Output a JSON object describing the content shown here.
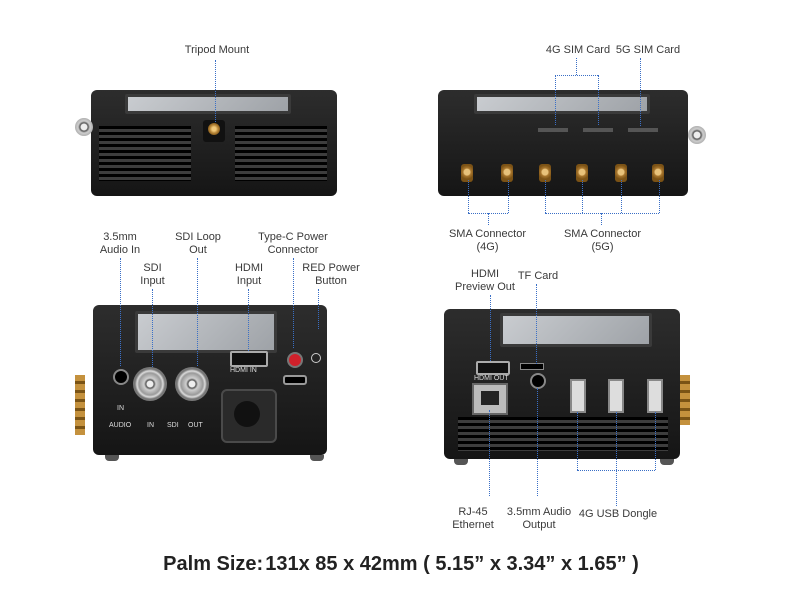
{
  "labels": {
    "tripod_mount": "Tripod Mount",
    "sim_4g": "4G SIM Card",
    "sim_5g": "5G SIM Card",
    "sma_4g_l1": "SMA Connector",
    "sma_4g_l2": "(4G)",
    "sma_5g_l1": "SMA Connector",
    "sma_5g_l2": "(5G)",
    "audio_in_l1": "3.5mm",
    "audio_in_l2": "Audio In",
    "sdi_in_l1": "SDI",
    "sdi_in_l2": "Input",
    "sdi_loop_l1": "SDI Loop",
    "sdi_loop_l2": "Out",
    "hdmi_in_l1": "HDMI",
    "hdmi_in_l2": "Input",
    "typec_l1": "Type-C Power",
    "typec_l2": "Connector",
    "red_power_l1": "RED Power",
    "red_power_l2": "Button",
    "hdmi_preview_l1": "HDMI",
    "hdmi_preview_l2": "Preview Out",
    "tf_card": "TF Card",
    "rj45_l1": "RJ-45",
    "rj45_l2": "Ethernet",
    "audio_out_l1": "3.5mm Audio",
    "audio_out_l2": "Output",
    "usb_dongle": "4G USB Dongle"
  },
  "device_marks": {
    "in": "IN",
    "audio": "AUDIO",
    "in2": "IN",
    "sdi": "SDI",
    "out": "OUT",
    "hdmi_in": "HDMI IN",
    "hdmi_out": "HDMI OUT"
  },
  "palm_size": {
    "label": "Palm Size:",
    "dims": "131x 85 x 42mm ( 5.15” x 3.34” x 1.65” )"
  }
}
